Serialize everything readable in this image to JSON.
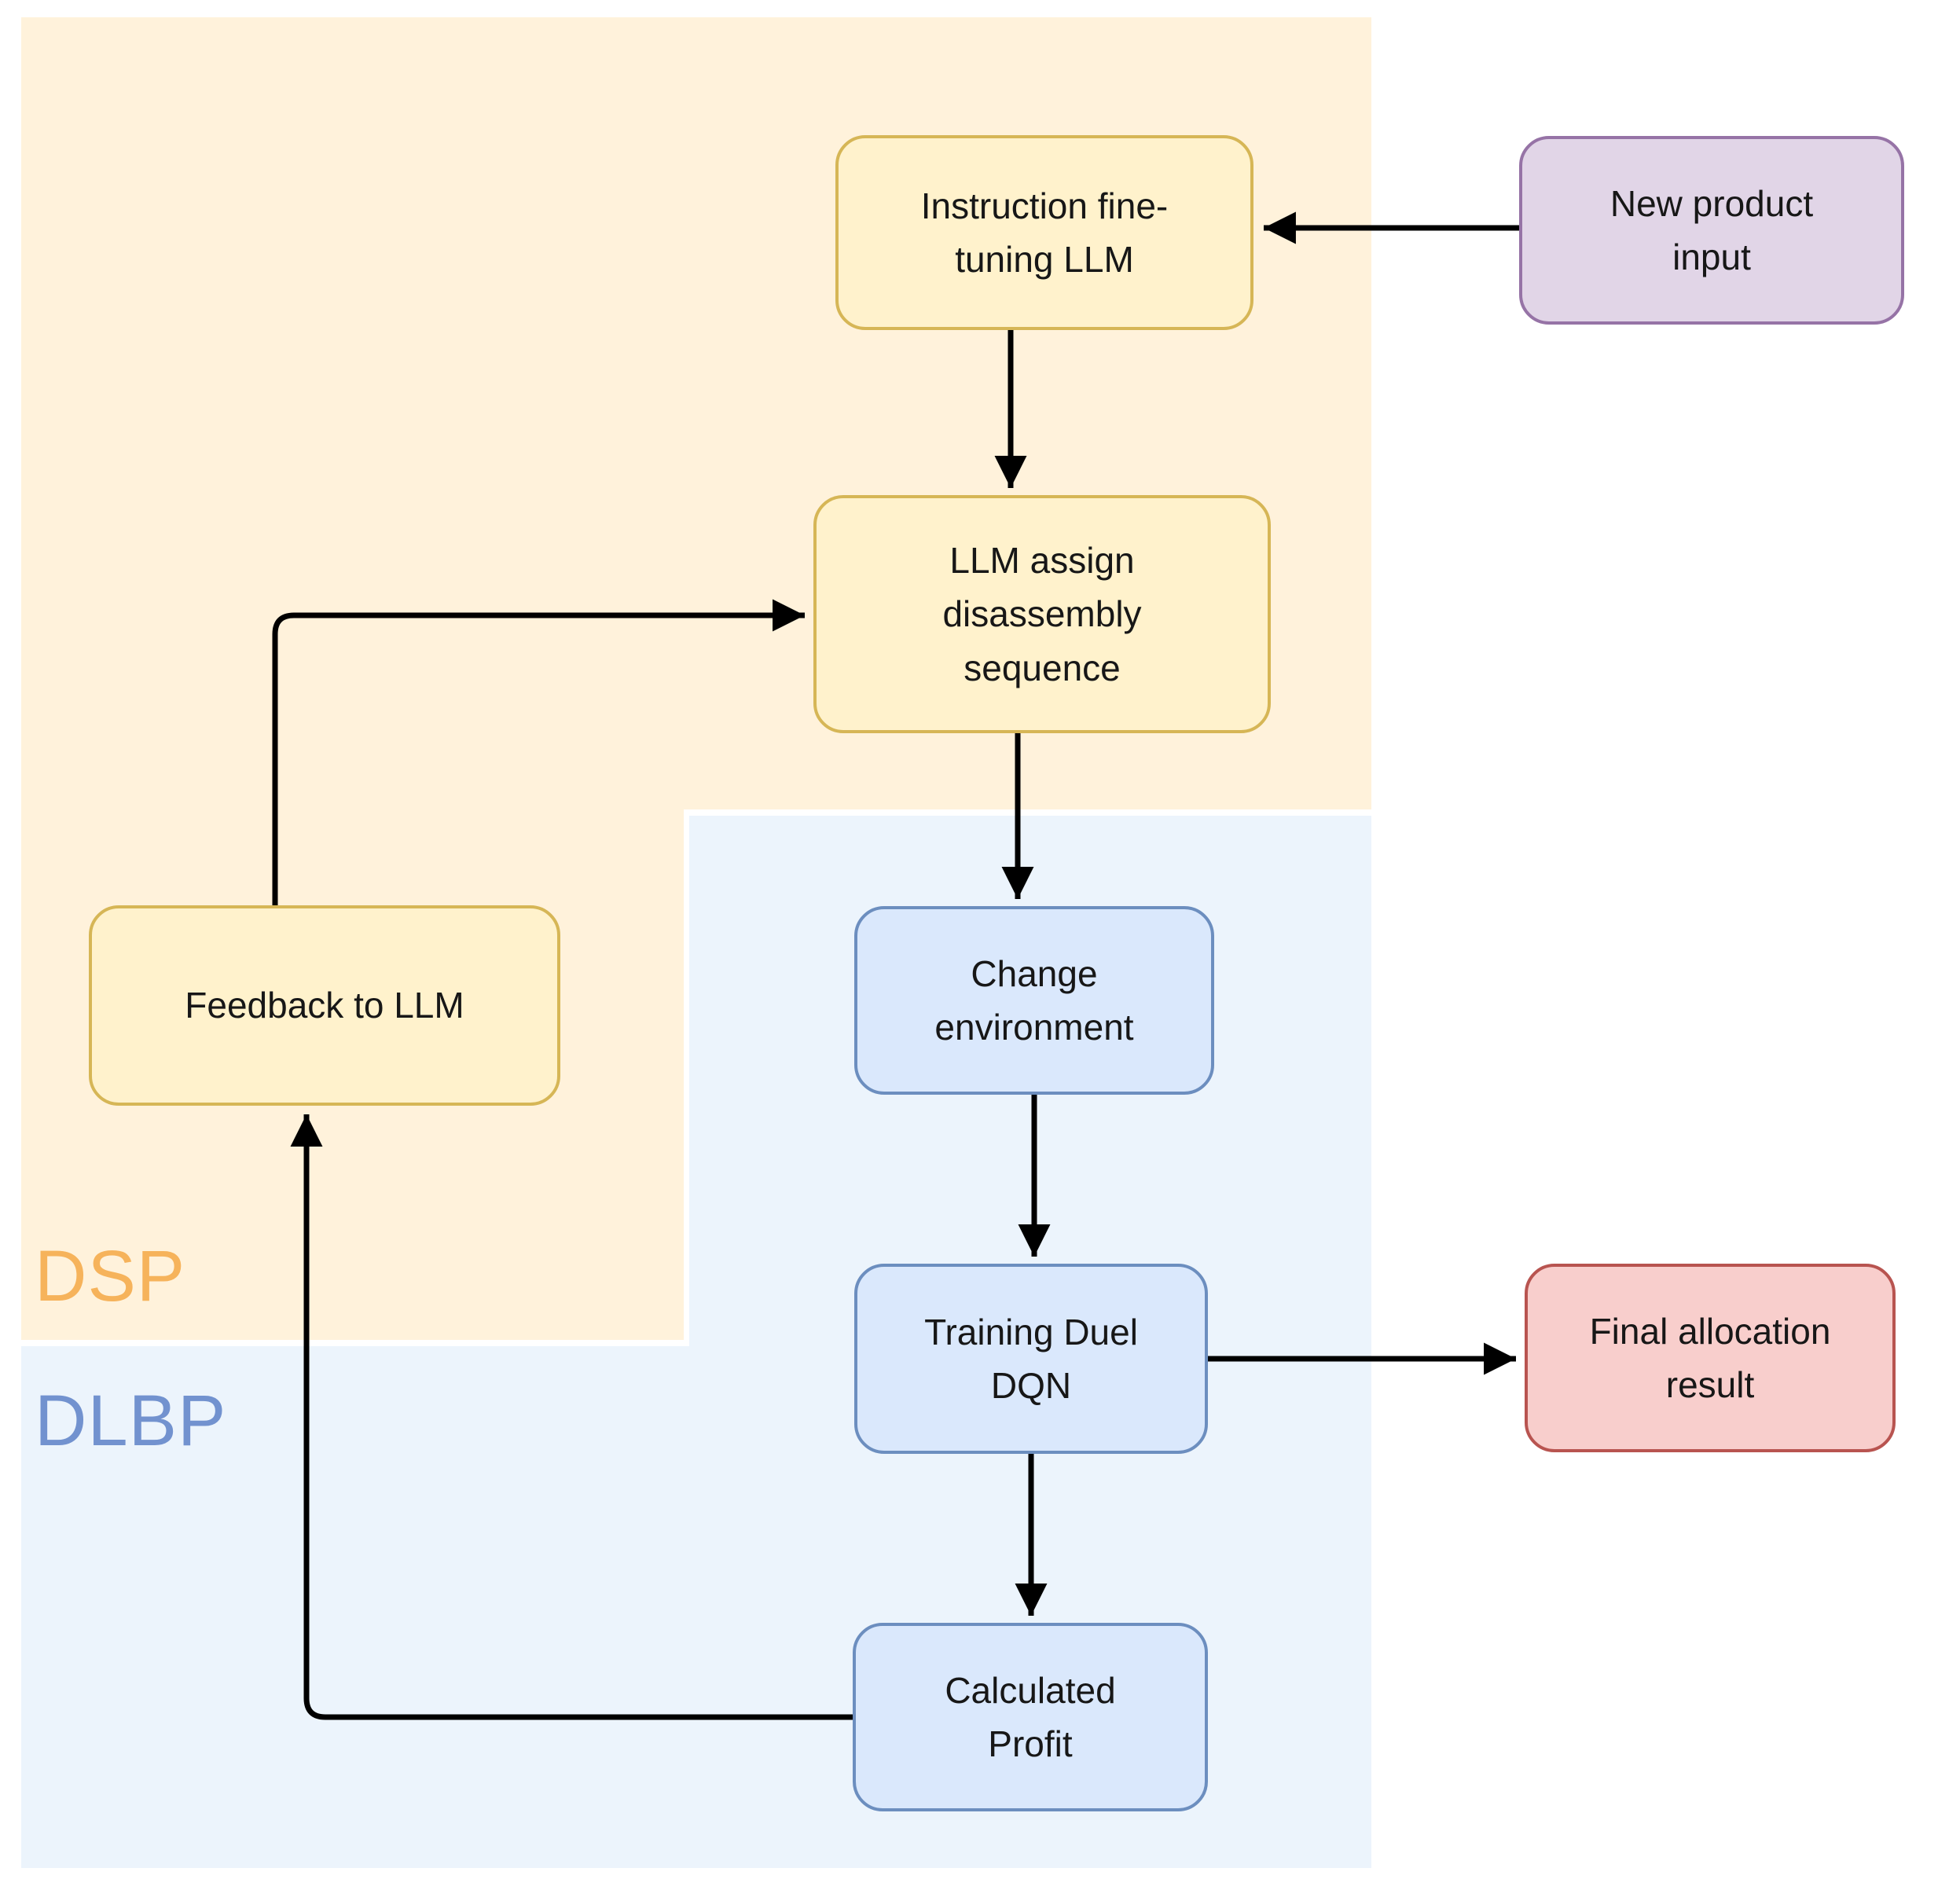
{
  "diagram": {
    "regions": {
      "dsp": {
        "label": "DSP",
        "label_color": "#F6B35B",
        "bg_color": "#FFF2DB"
      },
      "dlbp": {
        "label": "DLBP",
        "label_color": "#7292CF",
        "bg_color": "#ECF4FC"
      }
    },
    "nodes": {
      "instruction": {
        "label": "Instruction fine-\ntuning LLM",
        "fill": "#FFF2CC",
        "border": "#D6B656",
        "region": "DSP"
      },
      "llm_assign": {
        "label": "LLM assign\ndisassembly\nsequence",
        "fill": "#FFF2CC",
        "border": "#D6B656",
        "region": "DSP"
      },
      "feedback": {
        "label": "Feedback to LLM",
        "fill": "#FFF2CC",
        "border": "#D6B656",
        "region": "DSP"
      },
      "change_env": {
        "label": "Change\nenvironment",
        "fill": "#DAE8FC",
        "border": "#6C8EBF",
        "region": "DLBP"
      },
      "training": {
        "label": "Training Duel\nDQN",
        "fill": "#DAE8FC",
        "border": "#6C8EBF",
        "region": "DLBP"
      },
      "calculated": {
        "label": "Calculated\nProfit",
        "fill": "#DAE8FC",
        "border": "#6C8EBF",
        "region": "DLBP"
      },
      "new_product": {
        "label": "New product\ninput",
        "fill": "#E1D5E7",
        "border": "#9673A6",
        "region": "none"
      },
      "final": {
        "label": "Final allocation\nresult",
        "fill": "#F8CECC",
        "border": "#B85450",
        "region": "none"
      }
    },
    "edges": [
      {
        "from": "new_product",
        "to": "instruction"
      },
      {
        "from": "instruction",
        "to": "llm_assign"
      },
      {
        "from": "llm_assign",
        "to": "change_env"
      },
      {
        "from": "feedback",
        "to": "llm_assign"
      },
      {
        "from": "change_env",
        "to": "training"
      },
      {
        "from": "training",
        "to": "final"
      },
      {
        "from": "training",
        "to": "calculated"
      },
      {
        "from": "calculated",
        "to": "feedback"
      }
    ],
    "edge_color": "#000000"
  }
}
